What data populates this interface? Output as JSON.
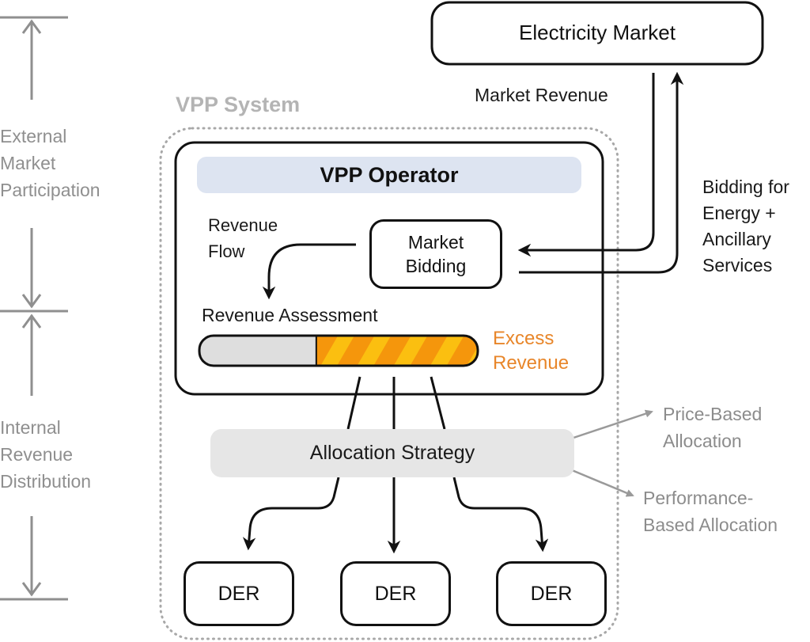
{
  "side_brackets": {
    "external": {
      "label": "External\nMarket\nParticipation"
    },
    "internal": {
      "label": "Internal\nRevenue\nDistribution"
    }
  },
  "electricity_market": {
    "label": "Electricity Market"
  },
  "market_revenue_label": "Market Revenue",
  "bidding_label": "Bidding for\nEnergy +\nAncillary\nServices",
  "vpp_system": {
    "title": "VPP System"
  },
  "vpp_operator": {
    "title": "VPP Operator",
    "market_bidding": "Market\nBidding",
    "revenue_flow": "Revenue\nFlow",
    "revenue_assessment": "Revenue Assessment",
    "assessment_bar": {
      "baseline_fraction": 0.42,
      "excess_fraction": 0.58,
      "excess_label": "Excess\nRevenue",
      "colors": {
        "baseline": "#dedede",
        "excess_a": "#fbbf10",
        "excess_b": "#f5960c",
        "excess_text": "#e8862a"
      }
    }
  },
  "allocation": {
    "label": "Allocation Strategy",
    "options": [
      {
        "label": "Price-Based\nAllocation"
      },
      {
        "label": "Performance-\nBased Allocation"
      }
    ]
  },
  "ders": [
    {
      "label": "DER"
    },
    {
      "label": "DER"
    },
    {
      "label": "DER"
    }
  ],
  "colors": {
    "operator_banner": "#dde4f1",
    "allocation_box": "#e6e6e6",
    "side_gray": "#8f8f8f"
  }
}
